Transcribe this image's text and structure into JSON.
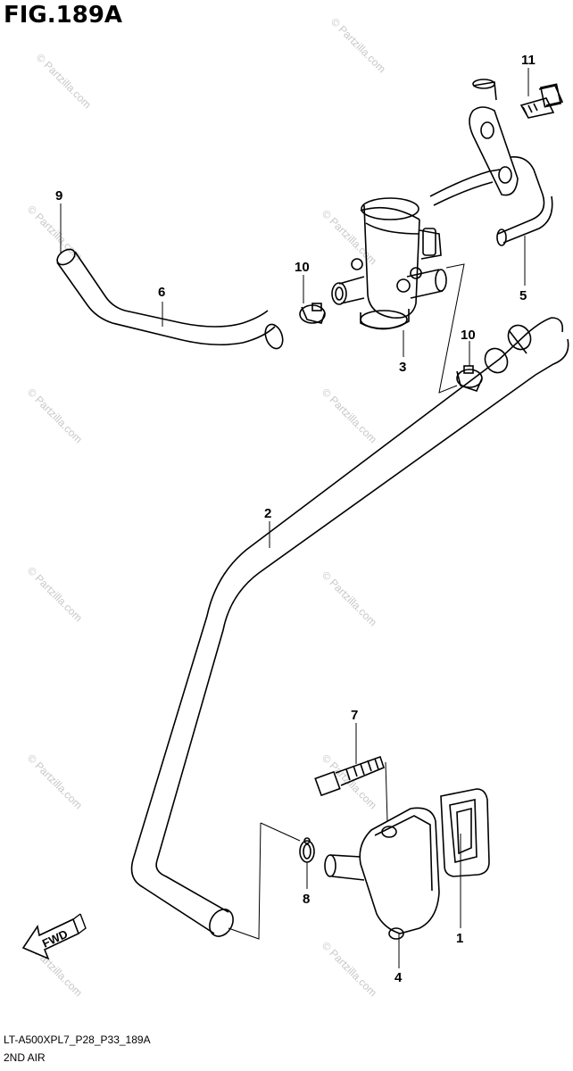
{
  "title": "FIG.189A",
  "footer": {
    "code": "LT-A500XPL7_P28_P33_189A",
    "name": "2ND AIR"
  },
  "fwd_label": "FWD",
  "watermark": "© Partzilla.com",
  "callouts": [
    "1",
    "2",
    "3",
    "4",
    "5",
    "6",
    "7",
    "8",
    "9",
    "10",
    "10",
    "11"
  ]
}
